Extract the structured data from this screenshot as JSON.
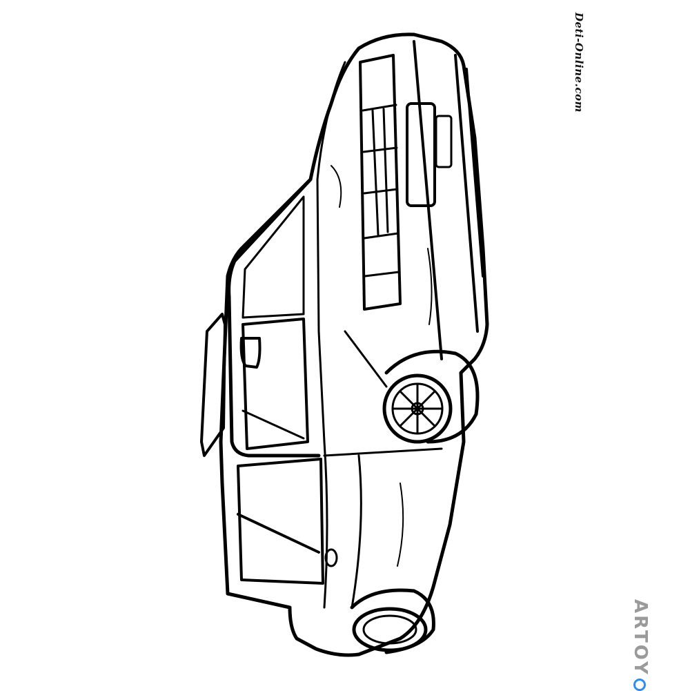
{
  "watermarks": {
    "site": "Deti-Online.com",
    "brand": "ARTOY"
  },
  "illustration": {
    "subject": "car-line-art",
    "stroke_color": "#000000",
    "background_color": "#ffffff",
    "brand_gray": "#9a9a9a",
    "brand_accent": "#2d8cf0"
  }
}
